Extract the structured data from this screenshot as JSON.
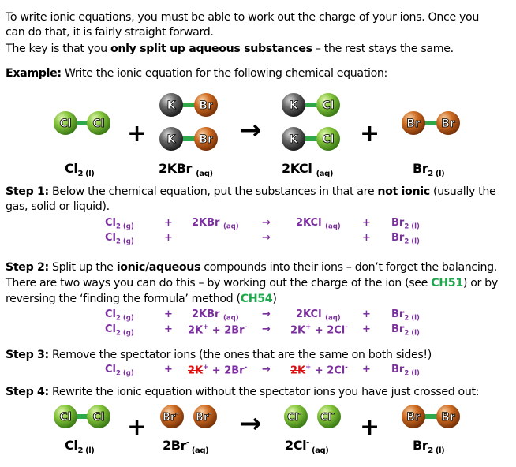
{
  "intro": {
    "line1": "To write ionic equations, you must be able to work out the charge of your ions. Once you",
    "line2": "can do that, it is fairly straight forward.",
    "line3_pre": "The key is that you ",
    "line3_bold": "only split up aqueous substances",
    "line3_post": " – the rest stays the same."
  },
  "example": {
    "label": "Example:",
    "text": " Write the ionic equation for the following chemical equation:"
  },
  "atoms": {
    "cl": "Cl",
    "k": "K",
    "br": "Br"
  },
  "diagram1": {
    "plus": "+",
    "arrow": "→",
    "cl2": "Cl",
    "cl2_sub": "2 (l)",
    "kbr": "2KBr",
    "kbr_sub": "(aq)",
    "kcl": "2KCl",
    "kcl_sub": "(aq)",
    "br2": "Br",
    "br2_sub": "2 (l)"
  },
  "step1": {
    "label": "Step 1:",
    "text_a": " Below the chemical equation, put the substances in that are ",
    "text_bold": "not ionic",
    "text_b": " (usually the",
    "line2": "gas, solid or liquid).",
    "row1": {
      "a": "Cl",
      "a_sub": "2 (g)",
      "p1": "+",
      "b": "2KBr",
      "b_sub": "(aq)",
      "arr": "→",
      "c": "2KCl",
      "c_sub": "(aq)",
      "p2": "+",
      "d": "Br",
      "d_sub": "2 (l)"
    },
    "row2": {
      "a": "Cl",
      "a_sub": "2 (g)",
      "p1": "+",
      "arr": "→",
      "p2": "+",
      "d": "Br",
      "d_sub": "2 (l)"
    }
  },
  "step2": {
    "label": "Step 2:",
    "text_a": " Split up the ",
    "text_bold": "ionic/aqueous",
    "text_b": " compounds into their ions – don’t forget the balancing.",
    "line2_a": "There are two ways you can do this – by working out the charge of the ion (see ",
    "ref1": "CH51",
    "line2_b": ") or by",
    "line3_a": "reversing the ‘finding the formula’ method (",
    "ref2": "CH54",
    "line3_b": ")",
    "row1": {
      "a": "Cl",
      "a_sub": "2 (g)",
      "p1": "+",
      "b": "2KBr",
      "b_sub": "(aq)",
      "arr": "→",
      "c": "2KCl",
      "c_sub": "(aq)",
      "p2": "+",
      "d": "Br",
      "d_sub": "2 (l)"
    },
    "row2": {
      "a": "Cl",
      "a_sub": "2 (g)",
      "p1": "+",
      "b1": "2K",
      "b1_sup": "+",
      "b2": " + 2Br",
      "b2_sup": "-",
      "arr": "→",
      "c1": "2K",
      "c1_sup": "+",
      "c2": " + 2Cl",
      "c2_sup": "-",
      "p2": "+",
      "d": "Br",
      "d_sub": "2 (l)"
    }
  },
  "step3": {
    "label": "Step 3:",
    "text": " Remove the spectator ions (the ones that are the same on both sides!)",
    "row": {
      "a": "Cl",
      "a_sub": "2 (g)",
      "p1": "+",
      "b1": "2K",
      "b1_sup": "+",
      "b2": " + 2Br",
      "b2_sup": "-",
      "arr": "→",
      "c1": "2K",
      "c1_sup": "+",
      "c2": " + 2Cl",
      "c2_sup": "-",
      "p2": "+",
      "d": "Br",
      "d_sub": "2 (l)"
    }
  },
  "step4": {
    "label": "Step 4:",
    "text": " Rewrite the ionic equation without the spectator ions you have just crossed out:"
  },
  "diagram2": {
    "plus": "+",
    "arrow": "→",
    "cl2": "Cl",
    "cl2_sub": "2 (l)",
    "br": "2Br",
    "br_sup": "-",
    "br_sub": " (aq)",
    "cl": "2Cl",
    "cl_sup": "-",
    "cl_sub": " (aq)",
    "br2": "Br",
    "br2_sub": "2 (l)",
    "ion_minus": "-"
  },
  "colors": {
    "chlorine": "#7fc23a",
    "potassium": "#555555",
    "bromine": "#c8671f",
    "bond": "#2fa84a",
    "equation_purple": "#7b2f9e",
    "reference_green": "#1fa84b",
    "strike_red": "#e01010"
  }
}
